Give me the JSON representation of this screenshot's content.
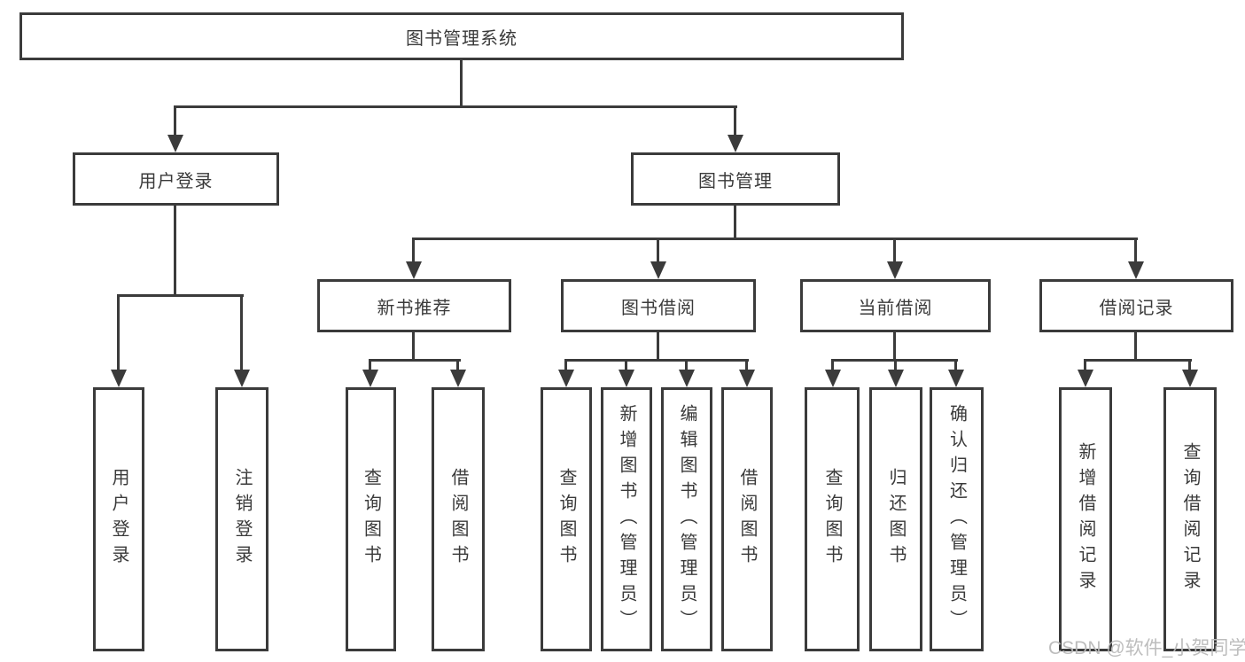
{
  "root": {
    "label": "图书管理系统"
  },
  "level2": {
    "user_login": {
      "label": "用户登录"
    },
    "book_management": {
      "label": "图书管理"
    }
  },
  "level3": {
    "new_book_recommend": {
      "label": "新书推荐"
    },
    "book_borrowing": {
      "label": "图书借阅"
    },
    "current_borrowing": {
      "label": "当前借阅"
    },
    "borrowing_records": {
      "label": "借阅记录"
    }
  },
  "leaves": {
    "user_login_leaf": {
      "label": "用户登录"
    },
    "logout": {
      "label": "注销登录"
    },
    "nbr_query_books": {
      "label": "查询图书"
    },
    "nbr_borrow_books": {
      "label": "借阅图书"
    },
    "bb_query_books": {
      "label": "查询图书"
    },
    "bb_add_books": {
      "label": "新增图书（管理员）"
    },
    "bb_edit_books": {
      "label": "编辑图书（管理员）"
    },
    "bb_borrow_books": {
      "label": "借阅图书"
    },
    "cb_query_books": {
      "label": "查询图书"
    },
    "cb_return_books": {
      "label": "归还图书"
    },
    "cb_confirm_return": {
      "label": "确认归还（管理员）"
    },
    "br_add_record": {
      "label": "新增借阅记录"
    },
    "br_query_record": {
      "label": "查询借阅记录"
    }
  },
  "watermark": {
    "text": "CSDN @软件_小贺同学"
  },
  "colors": {
    "line": "#3b3b3b",
    "box_fill": "#ffffff",
    "text": "#3a3a3a",
    "watermark": "#b9b9b9"
  }
}
